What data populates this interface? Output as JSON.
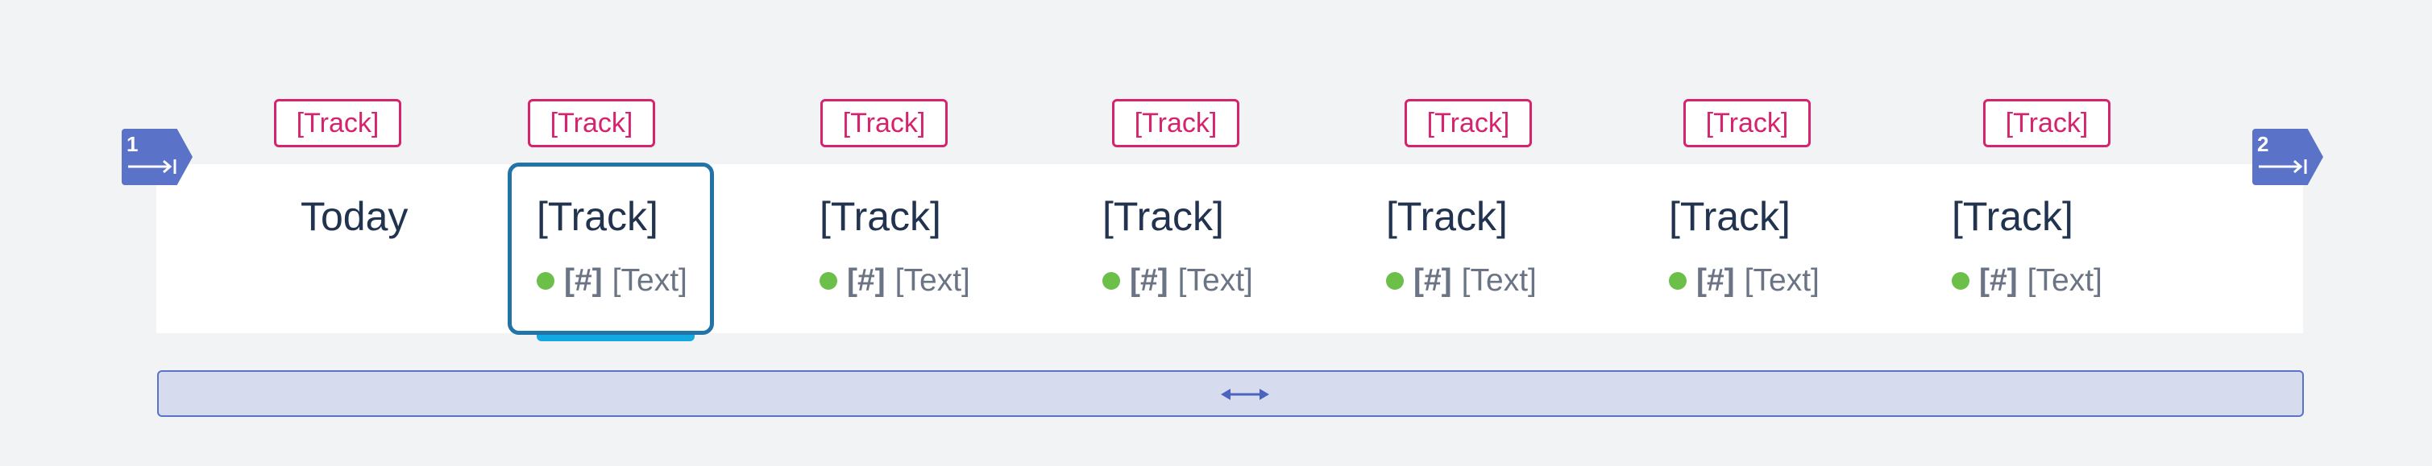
{
  "timeline": {
    "today_label": "Today",
    "steps": [
      {
        "number": "1",
        "icon": "arrow-to-end-icon"
      },
      {
        "number": "2",
        "icon": "arrow-to-end-icon"
      }
    ],
    "tags": [
      "[Track]",
      "[Track]",
      "[Track]",
      "[Track]",
      "[Track]",
      "[Track]",
      "[Track]"
    ],
    "columns": [
      {
        "title": "[Track]",
        "num": "[#]",
        "text": "[Text]",
        "selected": true
      },
      {
        "title": "[Track]",
        "num": "[#]",
        "text": "[Text]",
        "selected": false
      },
      {
        "title": "[Track]",
        "num": "[#]",
        "text": "[Text]",
        "selected": false
      },
      {
        "title": "[Track]",
        "num": "[#]",
        "text": "[Text]",
        "selected": false
      },
      {
        "title": "[Track]",
        "num": "[#]",
        "text": "[Text]",
        "selected": false
      },
      {
        "title": "[Track]",
        "num": "[#]",
        "text": "[Text]",
        "selected": false
      }
    ]
  },
  "scrollbar": {
    "icon": "horizontal-resize-icon"
  },
  "colors": {
    "tag": "#d6236e",
    "flag": "#5a72c8",
    "selected_border": "#2273a8",
    "selected_bar": "#11a9e0",
    "status_dot": "#6cc04a",
    "scrollbar_fill": "#d6dbee"
  }
}
